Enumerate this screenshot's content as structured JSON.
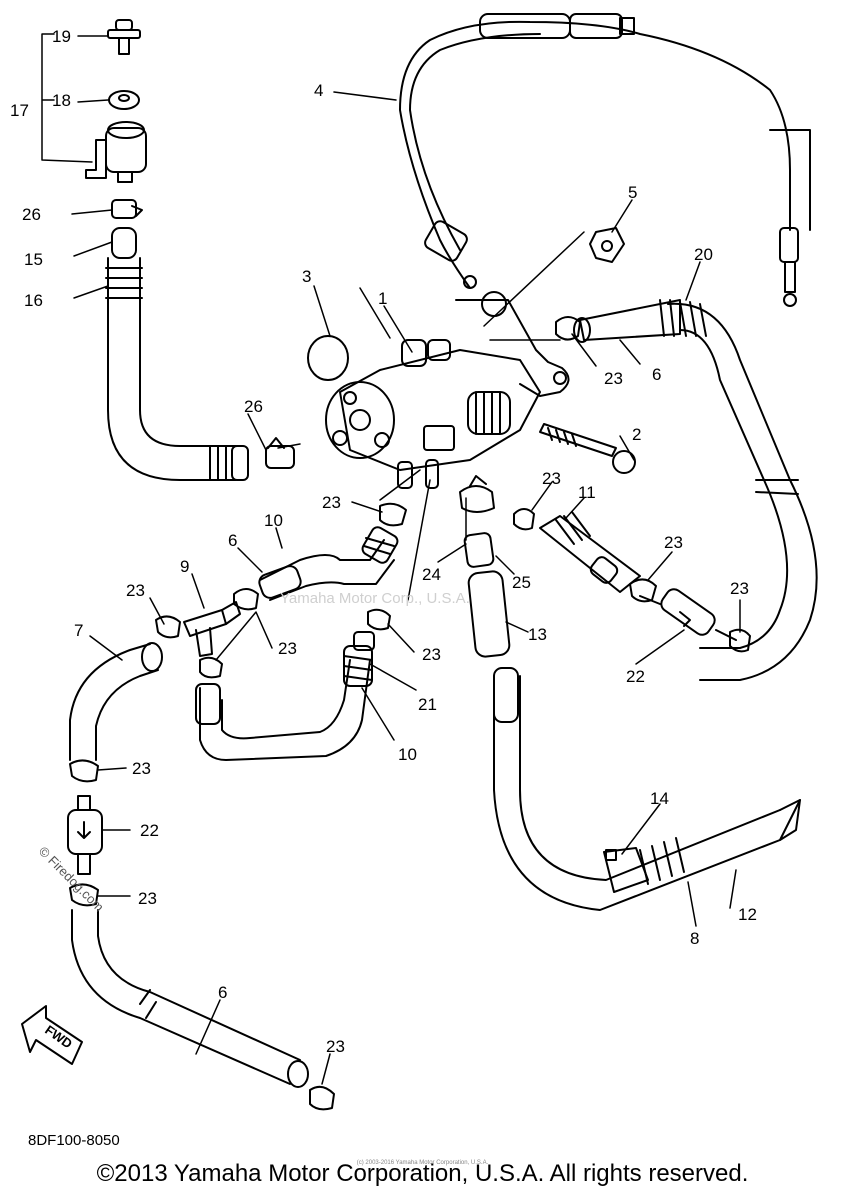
{
  "diagram": {
    "center_watermark": "Yamaha Motor Corp., U.S.A.",
    "side_watermark": "© Firedog.com",
    "fwd_label": "FWD",
    "part_labels": [
      {
        "id": "l19",
        "text": "19"
      },
      {
        "id": "l18",
        "text": "18"
      },
      {
        "id": "l17",
        "text": "17"
      },
      {
        "id": "l26a",
        "text": "26"
      },
      {
        "id": "l15",
        "text": "15"
      },
      {
        "id": "l16",
        "text": "16"
      },
      {
        "id": "l4",
        "text": "4"
      },
      {
        "id": "l5",
        "text": "5"
      },
      {
        "id": "l3",
        "text": "3"
      },
      {
        "id": "l1",
        "text": "1"
      },
      {
        "id": "l20",
        "text": "20"
      },
      {
        "id": "l23a",
        "text": "23"
      },
      {
        "id": "l6a",
        "text": "6"
      },
      {
        "id": "l26b",
        "text": "26"
      },
      {
        "id": "l2",
        "text": "2"
      },
      {
        "id": "l23b",
        "text": "23"
      },
      {
        "id": "l11",
        "text": "11"
      },
      {
        "id": "l23c",
        "text": "23"
      },
      {
        "id": "l10a",
        "text": "10"
      },
      {
        "id": "l6b",
        "text": "6"
      },
      {
        "id": "l9",
        "text": "9"
      },
      {
        "id": "l23d",
        "text": "23"
      },
      {
        "id": "l23e",
        "text": "23"
      },
      {
        "id": "l24",
        "text": "24"
      },
      {
        "id": "l25",
        "text": "25"
      },
      {
        "id": "l23f",
        "text": "23"
      },
      {
        "id": "l23g",
        "text": "23"
      },
      {
        "id": "l7",
        "text": "7"
      },
      {
        "id": "l23h",
        "text": "23"
      },
      {
        "id": "l13",
        "text": "13"
      },
      {
        "id": "l21",
        "text": "21"
      },
      {
        "id": "l22a",
        "text": "22"
      },
      {
        "id": "l10b",
        "text": "10"
      },
      {
        "id": "l23i",
        "text": "23"
      },
      {
        "id": "l22b",
        "text": "22"
      },
      {
        "id": "l14",
        "text": "14"
      },
      {
        "id": "l23j",
        "text": "23"
      },
      {
        "id": "l12",
        "text": "12"
      },
      {
        "id": "l8",
        "text": "8"
      },
      {
        "id": "l6c",
        "text": "6"
      },
      {
        "id": "l23k",
        "text": "23"
      }
    ]
  },
  "footer": {
    "diagram_code": "8DF100-8050",
    "copyright": "©2013 Yamaha Motor Corporation, U.S.A. All rights reserved.",
    "tiny_notice": "(c) 2003-2016 Yamaha Motor Corporation, U.S.A."
  }
}
